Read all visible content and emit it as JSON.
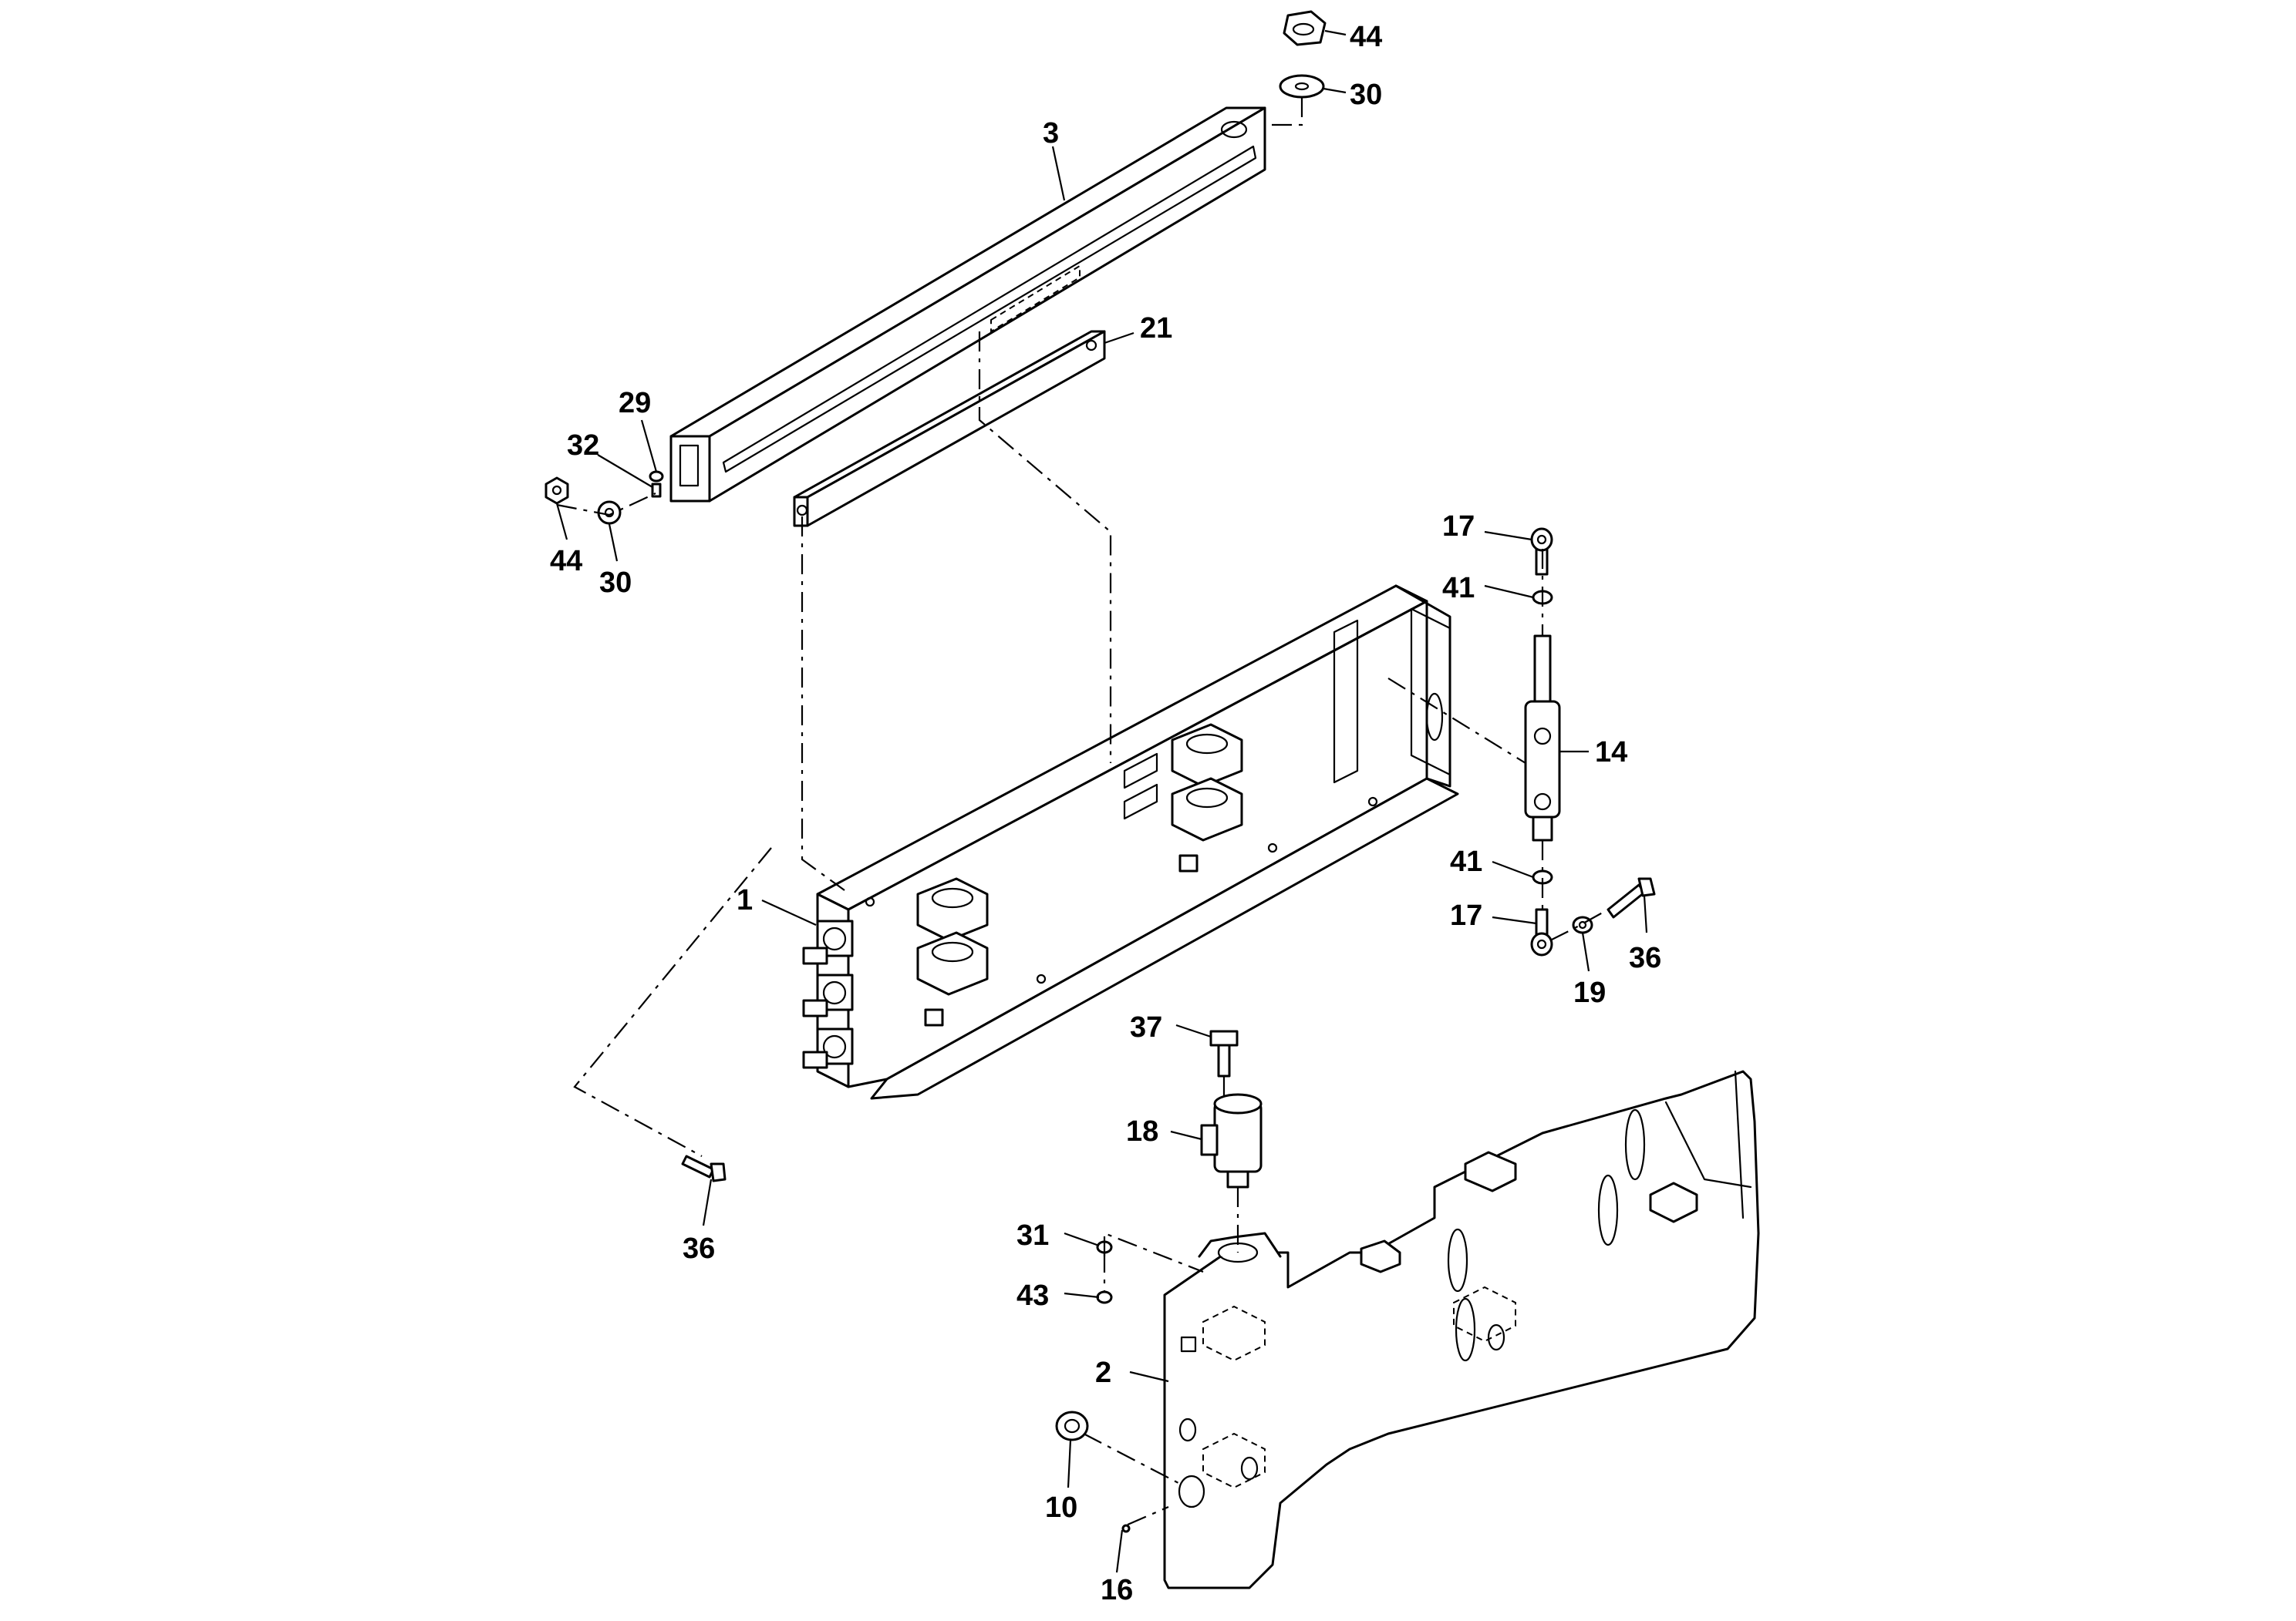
{
  "callouts": {
    "c44_top": "44",
    "c30_top": "30",
    "c3": "3",
    "c21": "21",
    "c29": "29",
    "c32": "32",
    "c44_left": "44",
    "c30_left": "30",
    "c17_top": "17",
    "c41_top": "41",
    "c14": "14",
    "c41_bottom": "41",
    "c17_bottom": "17",
    "c36_right": "36",
    "c19": "19",
    "c1": "1",
    "c37": "37",
    "c18": "18",
    "c36_left": "36",
    "c31": "31",
    "c43": "43",
    "c2": "2",
    "c10": "10",
    "c16": "16"
  }
}
